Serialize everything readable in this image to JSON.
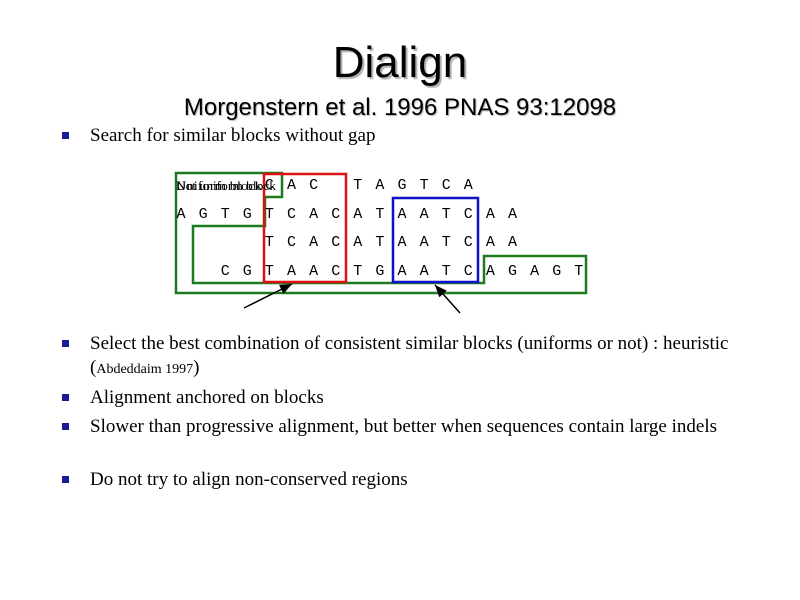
{
  "title": "Dialign",
  "subtitle": "Morgenstern et al. 1996 PNAS 93:12098",
  "bullets": [
    {
      "text": "Search for similar blocks without gap"
    },
    {
      "text": "Select the best combination of consistent similar blocks (uniforms or not) : heuristic (",
      "cite": "Abdeddaim 1997",
      "tail": ")"
    },
    {
      "text": "Alignment anchored on blocks"
    },
    {
      "text": "Slower than progressive alignment, but better when sequences contain large indels"
    },
    {
      "text": "Do not try to align non-conserved regions"
    }
  ],
  "figure": {
    "overlap_labels": [
      "Uniform block",
      "Not uniform block"
    ],
    "sequences": [
      {
        "letters": [
          "C",
          "A",
          "C",
          "T",
          "A",
          "G",
          "T",
          "C",
          "A"
        ],
        "columns": [
          4,
          5,
          6,
          8,
          9,
          10,
          11,
          12,
          13
        ]
      },
      {
        "letters": [
          "A",
          "G",
          "T",
          "G",
          "T",
          "C",
          "A",
          "C",
          "A",
          "T",
          "A",
          "A",
          "T",
          "C",
          "A",
          "A"
        ],
        "columns": [
          0,
          1,
          2,
          3,
          4,
          5,
          6,
          7,
          8,
          9,
          10,
          11,
          12,
          13,
          14,
          15
        ]
      },
      {
        "letters": [
          "T",
          "C",
          "A",
          "C",
          "A",
          "T",
          "A",
          "A",
          "T",
          "C",
          "A",
          "A"
        ],
        "columns": [
          4,
          5,
          6,
          7,
          8,
          9,
          10,
          11,
          12,
          13,
          14,
          15
        ]
      },
      {
        "letters": [
          "C",
          "G",
          "T",
          "A",
          "A",
          "C",
          "T",
          "G",
          "A",
          "A",
          "T",
          "C",
          "A",
          "G",
          "A",
          "G",
          "T"
        ],
        "columns": [
          2,
          3,
          4,
          5,
          6,
          7,
          8,
          9,
          10,
          11,
          12,
          13,
          14,
          15,
          16,
          17,
          18
        ]
      }
    ],
    "colors": {
      "green": "#1e7a1e",
      "red": "#dd1111",
      "blue": "#1111cc",
      "arrow": "#000000"
    }
  }
}
